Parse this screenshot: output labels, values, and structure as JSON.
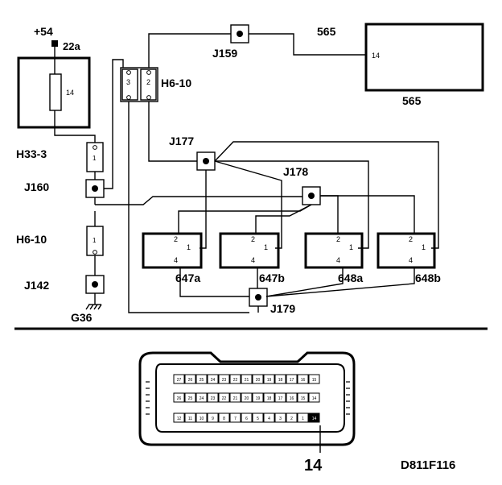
{
  "labels": {
    "plus54": "+54",
    "fuse_22a": "22a",
    "fuse_pin": "14",
    "h33_3": "H33-3",
    "j160": "J160",
    "h6_10_left": "H6-10",
    "j142": "J142",
    "g36": "G36",
    "h6_10_top": "H6-10",
    "h6_pin3": "3",
    "h6_pin2": "2",
    "j159": "J159",
    "ecu_565_top": "565",
    "ecu_565_pin": "14",
    "ecu_565_bottom": "565",
    "j177": "J177",
    "j178": "J178",
    "j179": "J179",
    "conn_pin1": "1",
    "inj_647a": "647a",
    "inj_647b": "647b",
    "inj_648a": "648a",
    "inj_648b": "648b",
    "pin14_callout": "14",
    "figure_code": "D811F116"
  },
  "injectors": [
    {
      "name": "647a",
      "pins": [
        "2",
        "1",
        "4"
      ]
    },
    {
      "name": "647b",
      "pins": [
        "2",
        "1",
        "4"
      ]
    },
    {
      "name": "648a",
      "pins": [
        "2",
        "1",
        "4"
      ]
    },
    {
      "name": "648b",
      "pins": [
        "2",
        "1",
        "4"
      ]
    }
  ],
  "ecu_connector": {
    "row1": [
      "27",
      "26",
      "25",
      "24",
      "23",
      "22",
      "21",
      "20",
      "19",
      "18",
      "17",
      "16",
      "15"
    ],
    "row2": [
      "26",
      "25",
      "24",
      "23",
      "22",
      "21",
      "20",
      "19",
      "18",
      "17",
      "16",
      "15",
      "14"
    ],
    "row3": [
      "12",
      "11",
      "10",
      "9",
      "8",
      "7",
      "6",
      "5",
      "4",
      "3",
      "2",
      "1",
      "14"
    ]
  }
}
